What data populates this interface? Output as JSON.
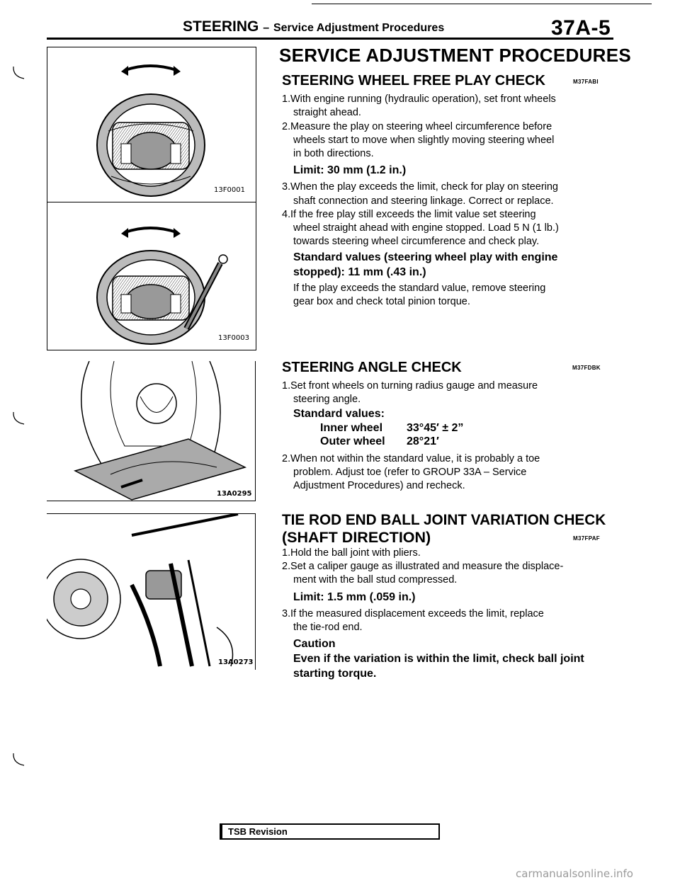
{
  "header": {
    "section": "STEERING",
    "dash": "–",
    "subsection": "Service Adjustment Procedures",
    "page": "37A-5"
  },
  "figures": [
    {
      "code": "13F0001",
      "subject": "steering wheel"
    },
    {
      "code": "13F0003",
      "subject": "steering wheel with spring scale"
    },
    {
      "code": "13A0295",
      "subject": "wheel on turning radius gauge"
    },
    {
      "code": "13A0273",
      "subject": "caliper gauge on tie rod end"
    }
  ],
  "main_title": "SERVICE ADJUSTMENT PROCEDURES",
  "sec1": {
    "title": "STEERING WHEEL FREE PLAY CHECK",
    "code": "M37FABI",
    "step1_num": "1.",
    "step1_a": "With engine running (hydraulic operation), set front wheels",
    "step1_b": "straight ahead.",
    "step2_num": "2.",
    "step2_a": "Measure the play on steering wheel circumference before",
    "step2_b": "wheels start to move when slightly moving steering wheel",
    "step2_c": "in both directions.",
    "limit": "Limit: 30 mm (1.2 in.)",
    "step3_num": "3.",
    "step3_a": "When the play exceeds the limit, check for play on steering",
    "step3_b": "shaft connection and steering linkage. Correct or replace.",
    "step4_num": "4.",
    "step4_a": "If the free play still exceeds the limit value set steering",
    "step4_b": "wheel straight ahead with engine stopped. Load 5 N (1 lb.)",
    "step4_c": "towards steering wheel circumference and check play.",
    "std_a": "Standard values (steering wheel play with engine",
    "std_b": "stopped): 11 mm (.43 in.)",
    "note_a": "If the play exceeds the standard value, remove steering",
    "note_b": "gear box and check total pinion torque."
  },
  "sec2": {
    "title": "STEERING ANGLE CHECK",
    "code": "M37FDBK",
    "step1_num": "1.",
    "step1_a": "Set front wheels on turning radius gauge and measure",
    "step1_b": "steering angle.",
    "std_label": "Standard values:",
    "rows": [
      {
        "label": "Inner wheel",
        "value": "33°45′ ± 2”"
      },
      {
        "label": "Outer wheel",
        "value": "28°21′"
      }
    ],
    "step2_num": "2.",
    "step2_a": "When not within the standard value, it is probably a toe",
    "step2_b": "problem. Adjust toe (refer to GROUP 33A – Service",
    "step2_c": "Adjustment Procedures) and recheck."
  },
  "sec3": {
    "title_a": "TIE ROD END BALL JOINT VARIATION CHECK",
    "title_b": "(SHAFT DIRECTION)",
    "code": "M37FPAF",
    "step1_num": "1.",
    "step1_a": "Hold the ball joint with pliers.",
    "step2_num": "2.",
    "step2_a": "Set a caliper gauge as illustrated and measure the displace-",
    "step2_b": "ment with the ball stud compressed.",
    "limit": "Limit: 1.5 mm (.059 in.)",
    "step3_num": "3.",
    "step3_a": "If the measured displacement exceeds the limit, replace",
    "step3_b": "the tie-rod end.",
    "caution": "Caution",
    "caution_a": "Even if the variation is within the limit, check ball joint",
    "caution_b": "starting torque."
  },
  "footer": {
    "tsb": "TSB Revision",
    "watermark": "carmanualsonline.info"
  }
}
